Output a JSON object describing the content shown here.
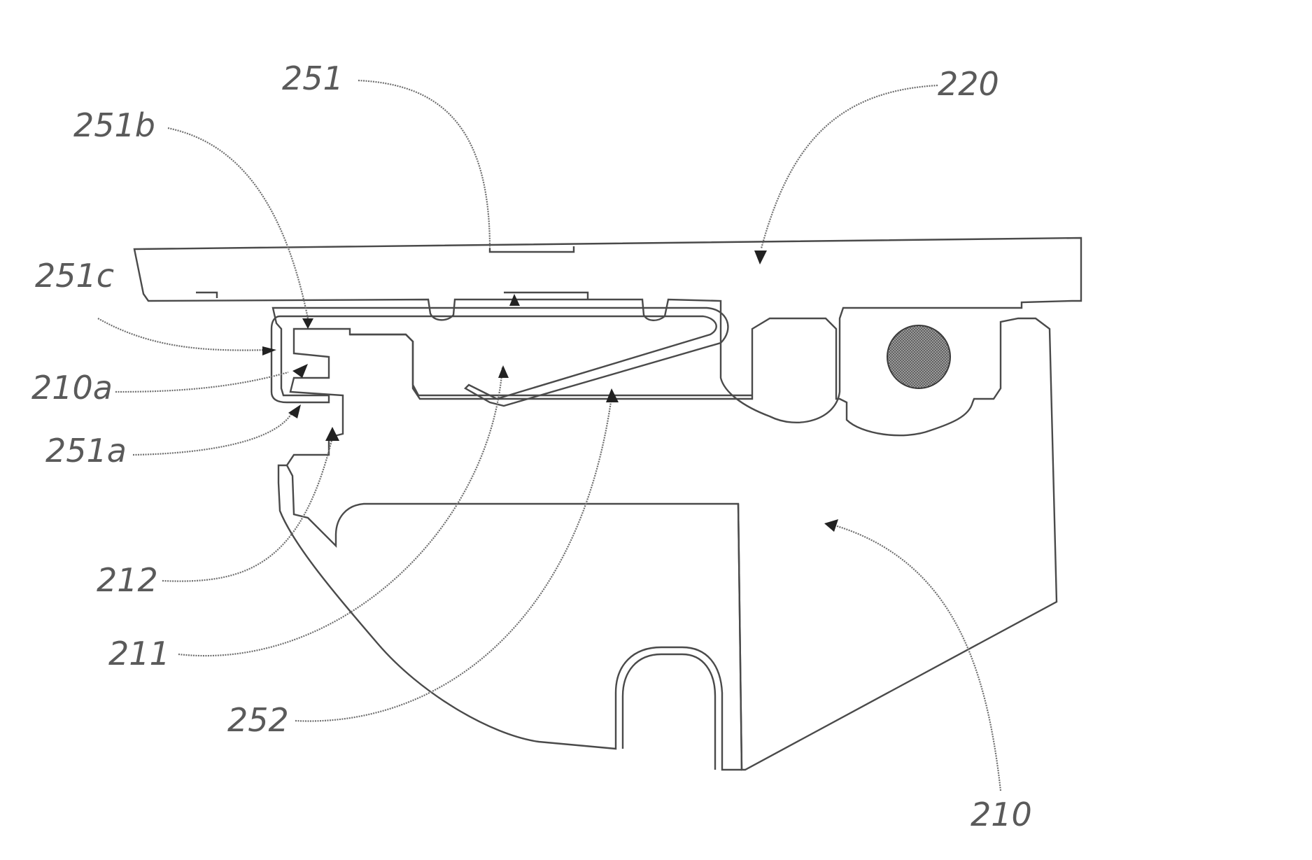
{
  "figure": {
    "labels": {
      "l251": "251",
      "l220": "220",
      "l251b": "251b",
      "l251c": "251c",
      "l210a": "210a",
      "l251a": "251a",
      "l212": "212",
      "l211": "211",
      "l252": "252",
      "l210": "210"
    },
    "colors": {
      "line": "#4a4a4a",
      "hatch": "#6a6a6a",
      "label": "#5a5a5a",
      "background": "#ffffff"
    }
  }
}
